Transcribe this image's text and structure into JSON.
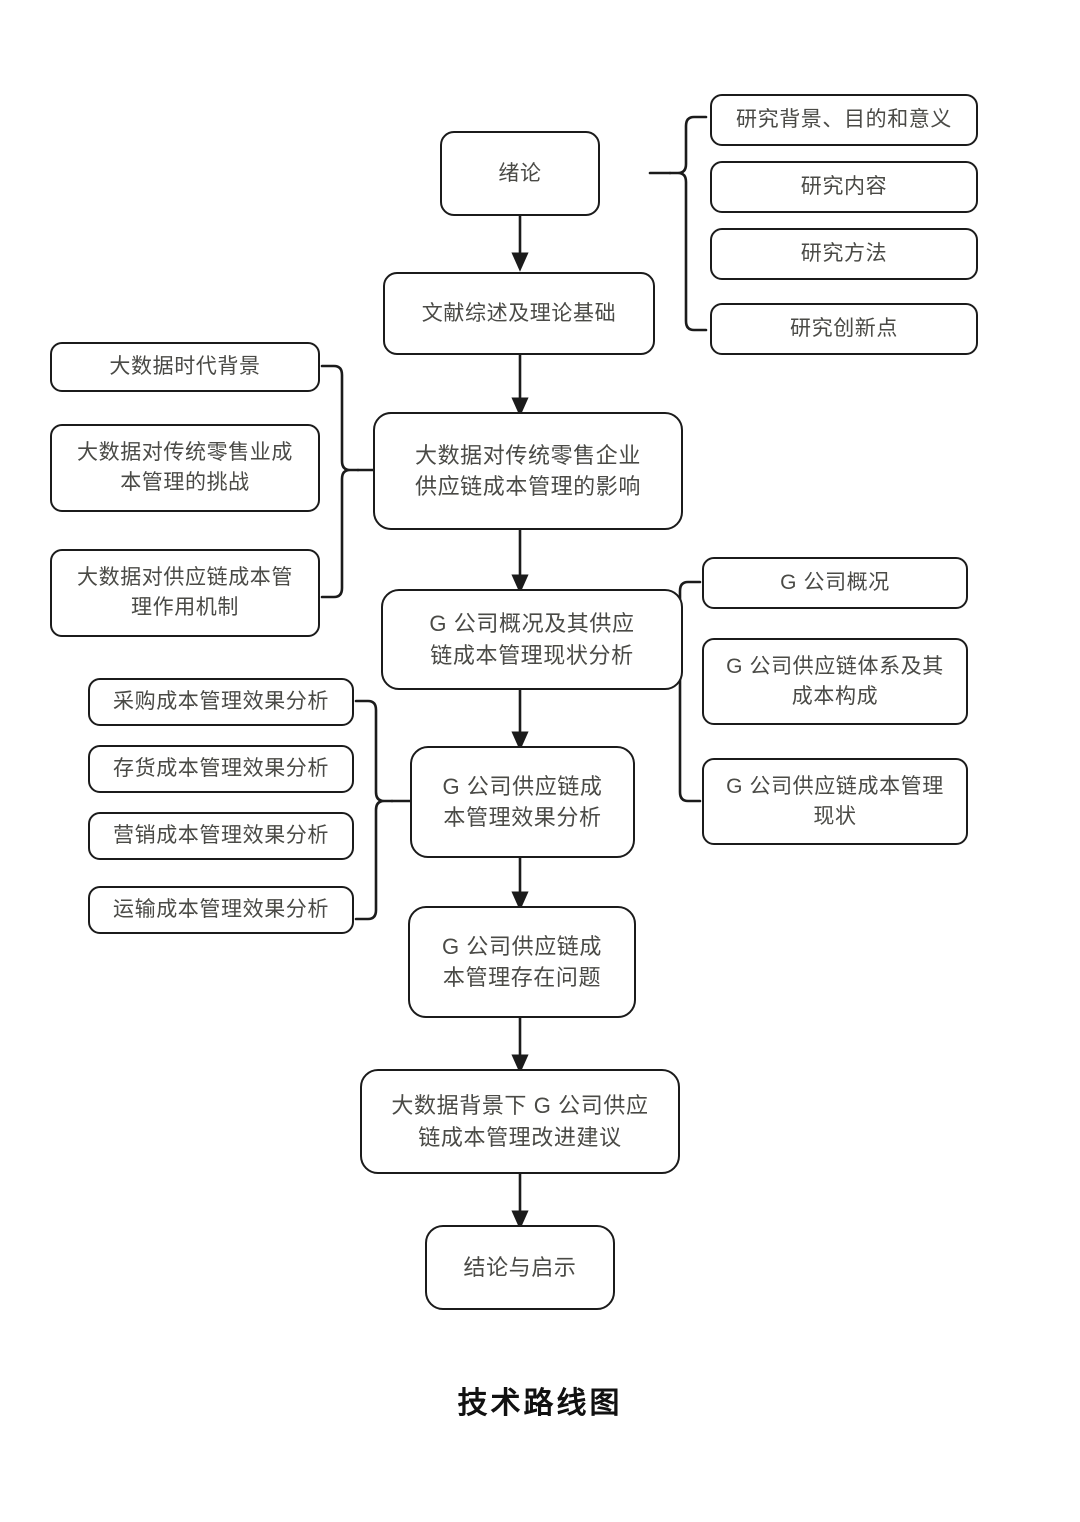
{
  "title": "技术路线图",
  "diagram": {
    "type": "flowchart",
    "orientation": "top-to-bottom",
    "main_chain": [
      {
        "id": "intro",
        "label": "绪论"
      },
      {
        "id": "litreview",
        "label": "文献综述及理论基础"
      },
      {
        "id": "impact",
        "label": "大数据对传统零售企业\n供应链成本管理的影响"
      },
      {
        "id": "gprofile",
        "label": "G 公司概况及其供应\n链成本管理现状分析"
      },
      {
        "id": "geffect",
        "label": "G 公司供应链成\n本管理效果分析"
      },
      {
        "id": "gproblems",
        "label": "G 公司供应链成\n本管理存在问题"
      },
      {
        "id": "gsuggestion",
        "label": "大数据背景下 G 公司供应\n链成本管理改进建议"
      },
      {
        "id": "conclusion",
        "label": "结论与启示"
      }
    ],
    "branches": [
      {
        "id": "intro-branch",
        "parent": "intro",
        "side": "right",
        "items": [
          {
            "label": "研究背景、目的和意义"
          },
          {
            "label": "研究内容"
          },
          {
            "label": "研究方法"
          },
          {
            "label": "研究创新点"
          }
        ]
      },
      {
        "id": "impact-branch",
        "parent": "impact",
        "side": "left",
        "items": [
          {
            "label": "大数据时代背景"
          },
          {
            "label": "大数据对传统零售业成\n本管理的挑战"
          },
          {
            "label": "大数据对供应链成本管\n理作用机制"
          }
        ]
      },
      {
        "id": "gprofile-branch",
        "parent": "gprofile",
        "side": "right",
        "items": [
          {
            "label": "G 公司概况"
          },
          {
            "label": "G 公司供应链体系及其\n成本构成"
          },
          {
            "label": "G 公司供应链成本管理\n现状"
          }
        ]
      },
      {
        "id": "geffect-branch",
        "parent": "geffect",
        "side": "left",
        "items": [
          {
            "label": "采购成本管理效果分析"
          },
          {
            "label": "存货成本管理效果分析"
          },
          {
            "label": "营销成本管理效果分析"
          },
          {
            "label": "运输成本管理效果分析"
          }
        ]
      }
    ],
    "colors": {
      "stroke": "#1b1b1b",
      "box_fill": "#ffffff",
      "text": "#4a4a46",
      "title_text": "#111111",
      "background": "#ffffff"
    }
  }
}
